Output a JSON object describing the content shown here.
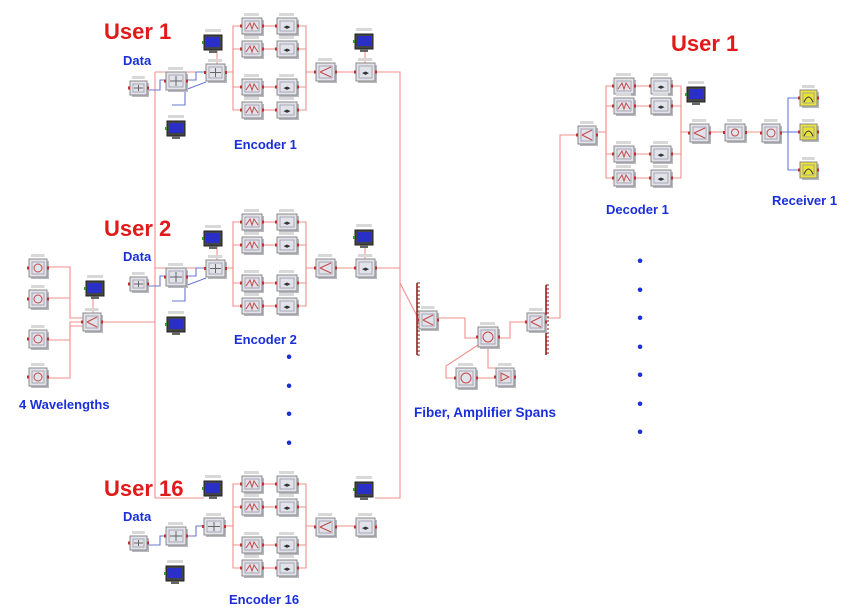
{
  "labels": {
    "user1_left": "User 1",
    "data1": "Data",
    "encoder1": "Encoder 1",
    "user2": "User 2",
    "data2": "Data",
    "encoder2": "Encoder 2",
    "wavelengths": "4 Wavelengths",
    "user16": "User 16",
    "data16": "Data",
    "encoder16": "Encoder 16",
    "fiber": "Fiber, Amplifier Spans",
    "user1_right": "User 1",
    "decoder1": "Decoder 1",
    "receiver1": "Receiver 1"
  },
  "ellipsis": {
    "encoder_dots": "•\n•\n•\n•",
    "decoder_dots": "•\n•\n•\n•\n•\n•\n•"
  },
  "colors": {
    "user_label": "#e11919",
    "section_label": "#1a2fd8",
    "fiber_link": "#f2908c",
    "electrical_link": "#6a78d6",
    "component_border": "#8a8a8a",
    "component_fill": "#e2e2ea",
    "visualizer_fill": "#e8e23a",
    "monitor_screen": "#2a2fc8",
    "bus_bar": "#8a1414"
  },
  "icons": [
    "laser-icon",
    "modulator-icon",
    "nrz-generator-icon",
    "prbs-generator-icon",
    "power-splitter-icon",
    "power-combiner-icon",
    "fiber-grating-icon",
    "optical-monitor-icon",
    "electrical-visualizer-icon",
    "fiber-icon",
    "amplifier-icon",
    "receiver-icon"
  ]
}
